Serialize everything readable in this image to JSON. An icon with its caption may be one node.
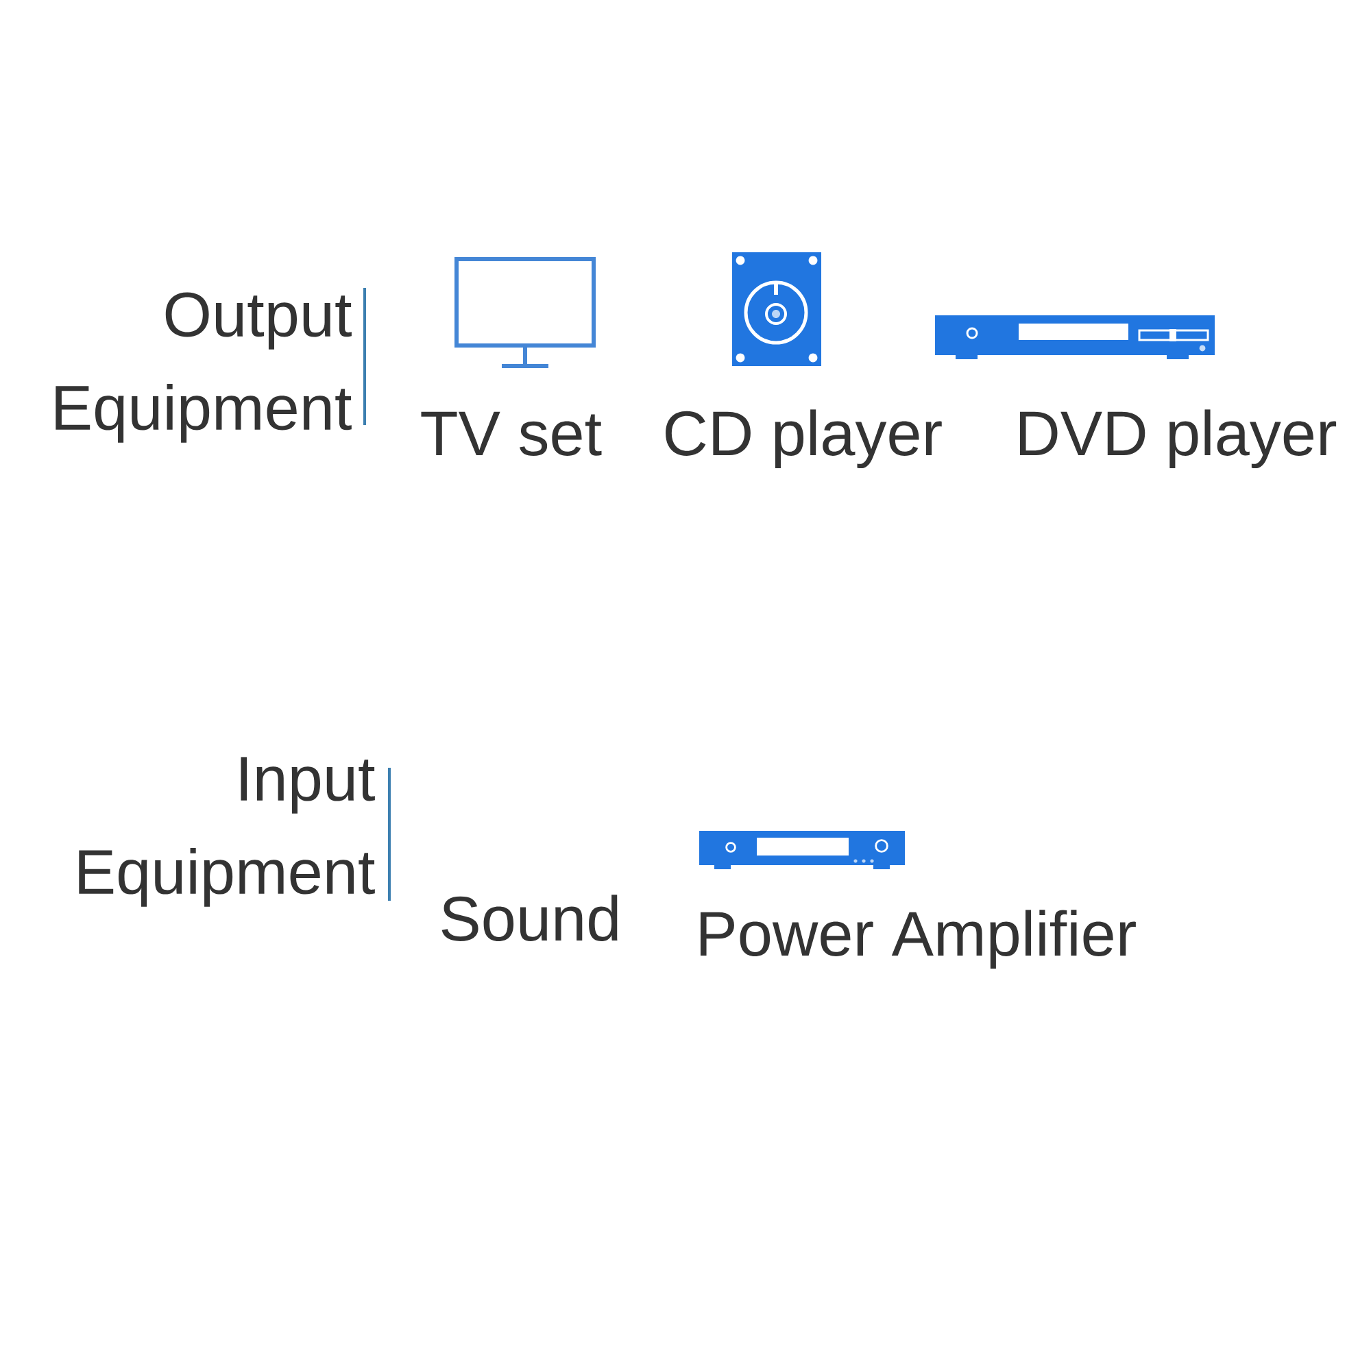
{
  "diagram": {
    "labels": [
      "Output Equipment",
      "TV set",
      "CD player",
      "DVD player",
      "Input Equipment",
      "Sound",
      "Power Amplifier"
    ]
  }
}
